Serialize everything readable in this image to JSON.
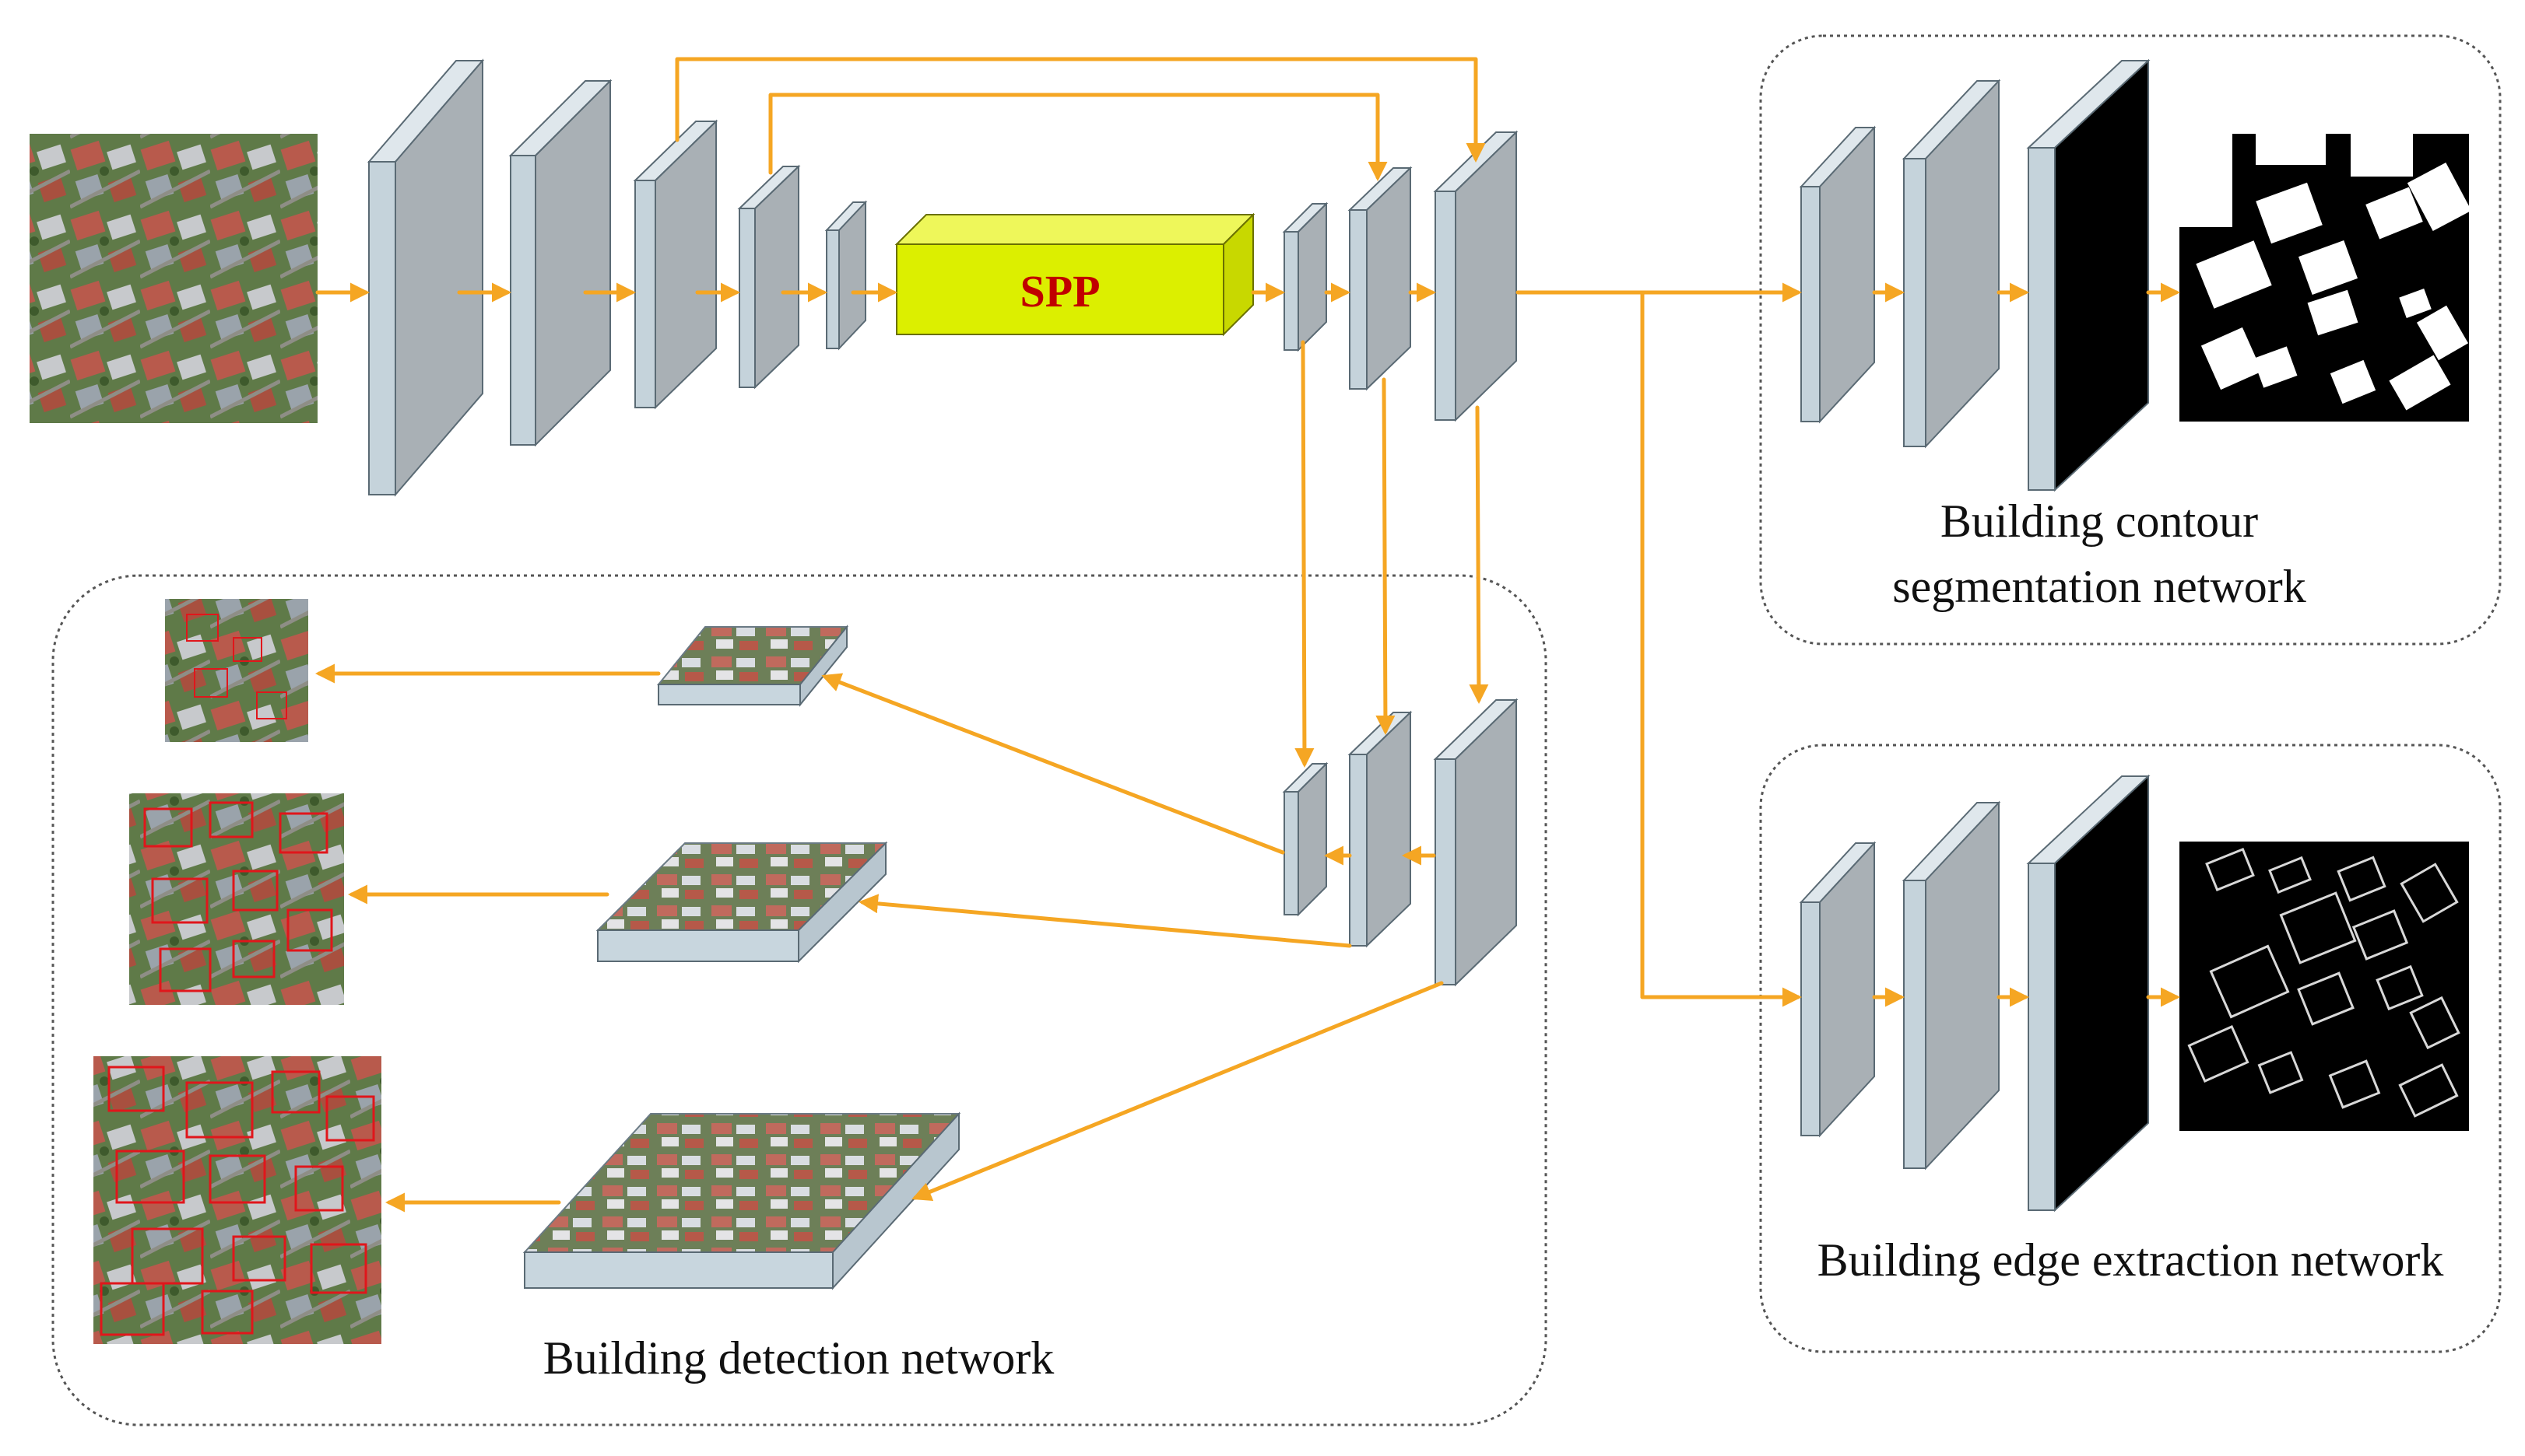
{
  "colors": {
    "arrow": "#f5a623",
    "layer_front": "#a9b0b5",
    "layer_side": "#c5d3db",
    "layer_top": "#dfe7ec",
    "layer_edge": "#5a6a74",
    "spp_fill": "#dcef00",
    "spp_text": "#c00000",
    "box_border": "#555555",
    "mask_black": "#000000",
    "mask_white": "#ffffff",
    "bbox_red": "#e0161b"
  },
  "backbone": {
    "spp_label": "SPP"
  },
  "panels": {
    "segmentation": {
      "caption_line1": "Building contour",
      "caption_line2": "segmentation network"
    },
    "edge": {
      "caption": "Building edge extraction network"
    },
    "detection": {
      "caption": "Building detection network"
    }
  },
  "icons": {
    "input_image": "aerial-image-icon",
    "segmentation_mask": "binary-mask-icon",
    "edge_map": "edge-map-icon",
    "detection_result": "bbox-image-icon"
  }
}
